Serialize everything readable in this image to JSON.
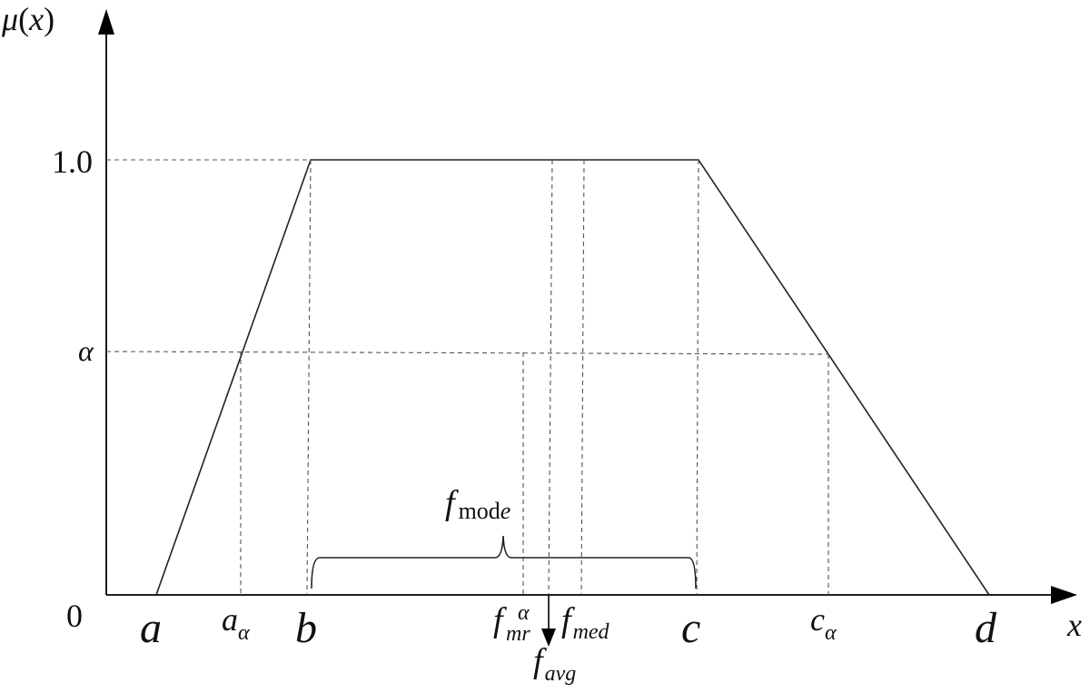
{
  "y_axis": {
    "var": "μ",
    "paren_open": "(",
    "arg": "x",
    "paren_close": ")"
  },
  "x_axis": {
    "label": "x"
  },
  "y_ticks": {
    "one": "1.0",
    "alpha": "α",
    "zero": "0"
  },
  "points": {
    "a": "a",
    "a_alpha_base": "a",
    "a_alpha_sub": "α",
    "b": "b",
    "c": "c",
    "c_alpha_base": "c",
    "c_alpha_sub": "α",
    "d": "d"
  },
  "measures": {
    "f_mode_base": "f",
    "f_mode_sub_upright": "mod",
    "f_mode_sub_ital": "e",
    "f_mr_base": "f",
    "f_mr_sub": "mr",
    "f_mr_sup": "α",
    "f_med_base": "f",
    "f_med_sub": "med",
    "f_avg_base": "f",
    "f_avg_sub": "avg"
  }
}
